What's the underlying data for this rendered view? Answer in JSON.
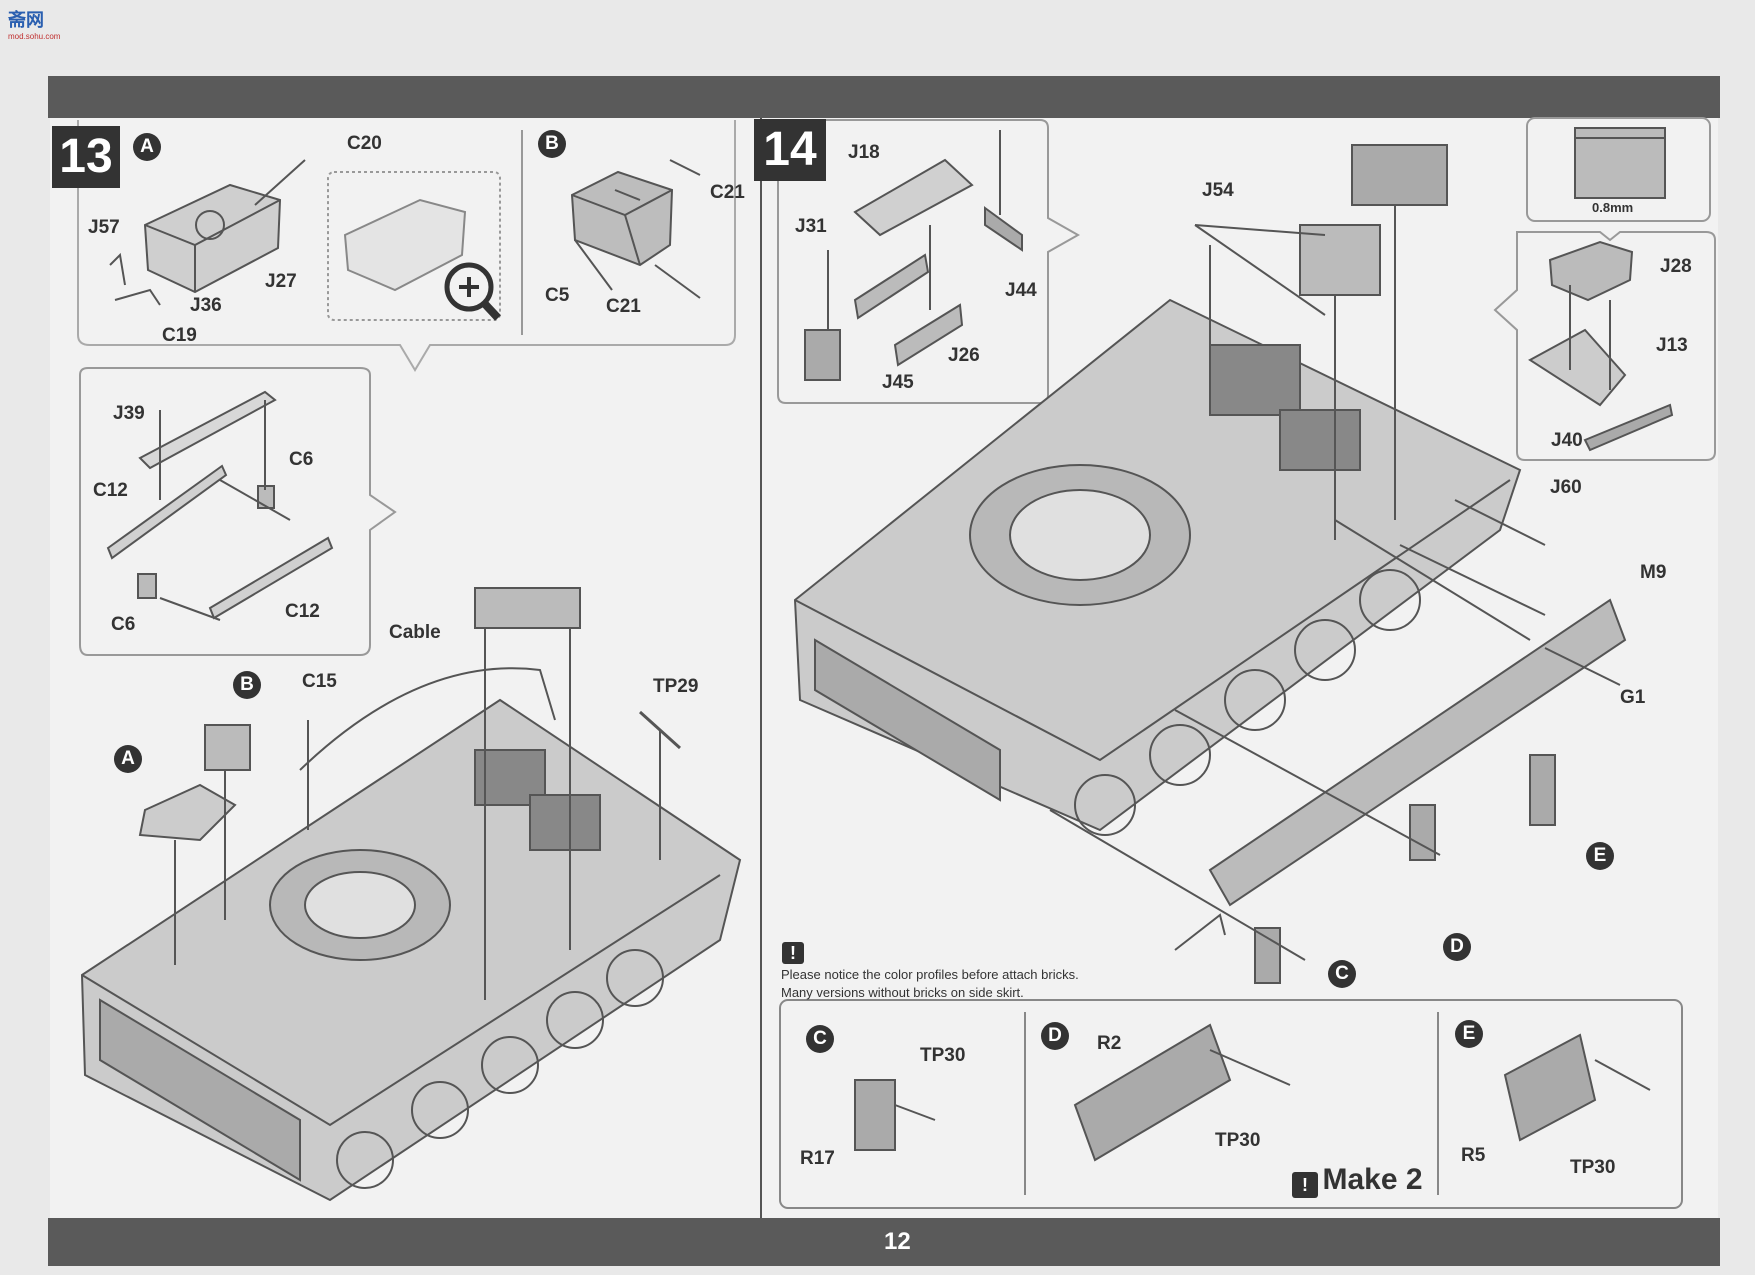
{
  "watermark": {
    "logo": "斋网",
    "sub": "mod.sohu.com"
  },
  "page_number": "12",
  "step13": {
    "number": "13",
    "sub_a": "A",
    "sub_b": "B",
    "parts_a": [
      "C20",
      "J57",
      "J27",
      "J36",
      "C19"
    ],
    "parts_b": [
      "C21",
      "C5",
      "C21"
    ],
    "parts_rail": [
      "J39",
      "C6",
      "C12",
      "C6",
      "C12"
    ],
    "parts_main": [
      "Cable",
      "C15",
      "TP29"
    ],
    "main_callouts": [
      "A",
      "B"
    ]
  },
  "step14": {
    "number": "14",
    "parts_inset": [
      "J18",
      "J31",
      "J44",
      "J26",
      "J45"
    ],
    "parts_main": [
      "J54",
      "J60",
      "M9",
      "G1"
    ],
    "parts_right_inset": [
      "J28",
      "J13",
      "J40"
    ],
    "thickness": "0.8mm",
    "callouts": [
      "E",
      "D",
      "C"
    ],
    "notice_lines": [
      "Please notice the color profiles before attach bricks.",
      "Many versions without bricks on side skirt."
    ],
    "brick_c": {
      "label": "C",
      "parts": [
        "TP30",
        "R17"
      ]
    },
    "brick_d": {
      "label": "D",
      "parts": [
        "R2",
        "TP30"
      ]
    },
    "brick_e": {
      "label": "E",
      "parts": [
        "R5",
        "TP30"
      ]
    },
    "make_text": "Make 2"
  }
}
